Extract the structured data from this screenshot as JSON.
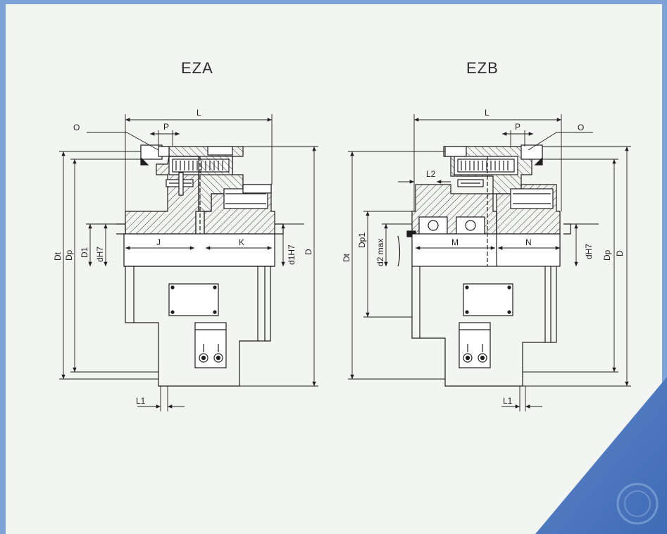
{
  "colors": {
    "page": "#f3f5f2",
    "frame": "#6f96cf",
    "ink": "#1e1e1e",
    "hatch": "#3a3a3a"
  },
  "eza": {
    "title": "EZA",
    "labels": {
      "L": "L",
      "P": "P",
      "O": "O",
      "J": "J",
      "K": "K",
      "Dt": "Dt",
      "Dp": "Dp",
      "D1": "D1",
      "dH7": "dH7",
      "d1H7": "d1H7",
      "D": "D",
      "L1": "L1"
    }
  },
  "ezb": {
    "title": "EZB",
    "labels": {
      "L": "L",
      "P": "P",
      "O": "O",
      "L2": "L2",
      "M": "M",
      "N": "N",
      "Dt": "Dt",
      "Dp1": "Dp1",
      "d2max": "d2 max",
      "dH7": "dH7",
      "Dp": "Dp",
      "D": "D",
      "L1": "L1"
    }
  }
}
